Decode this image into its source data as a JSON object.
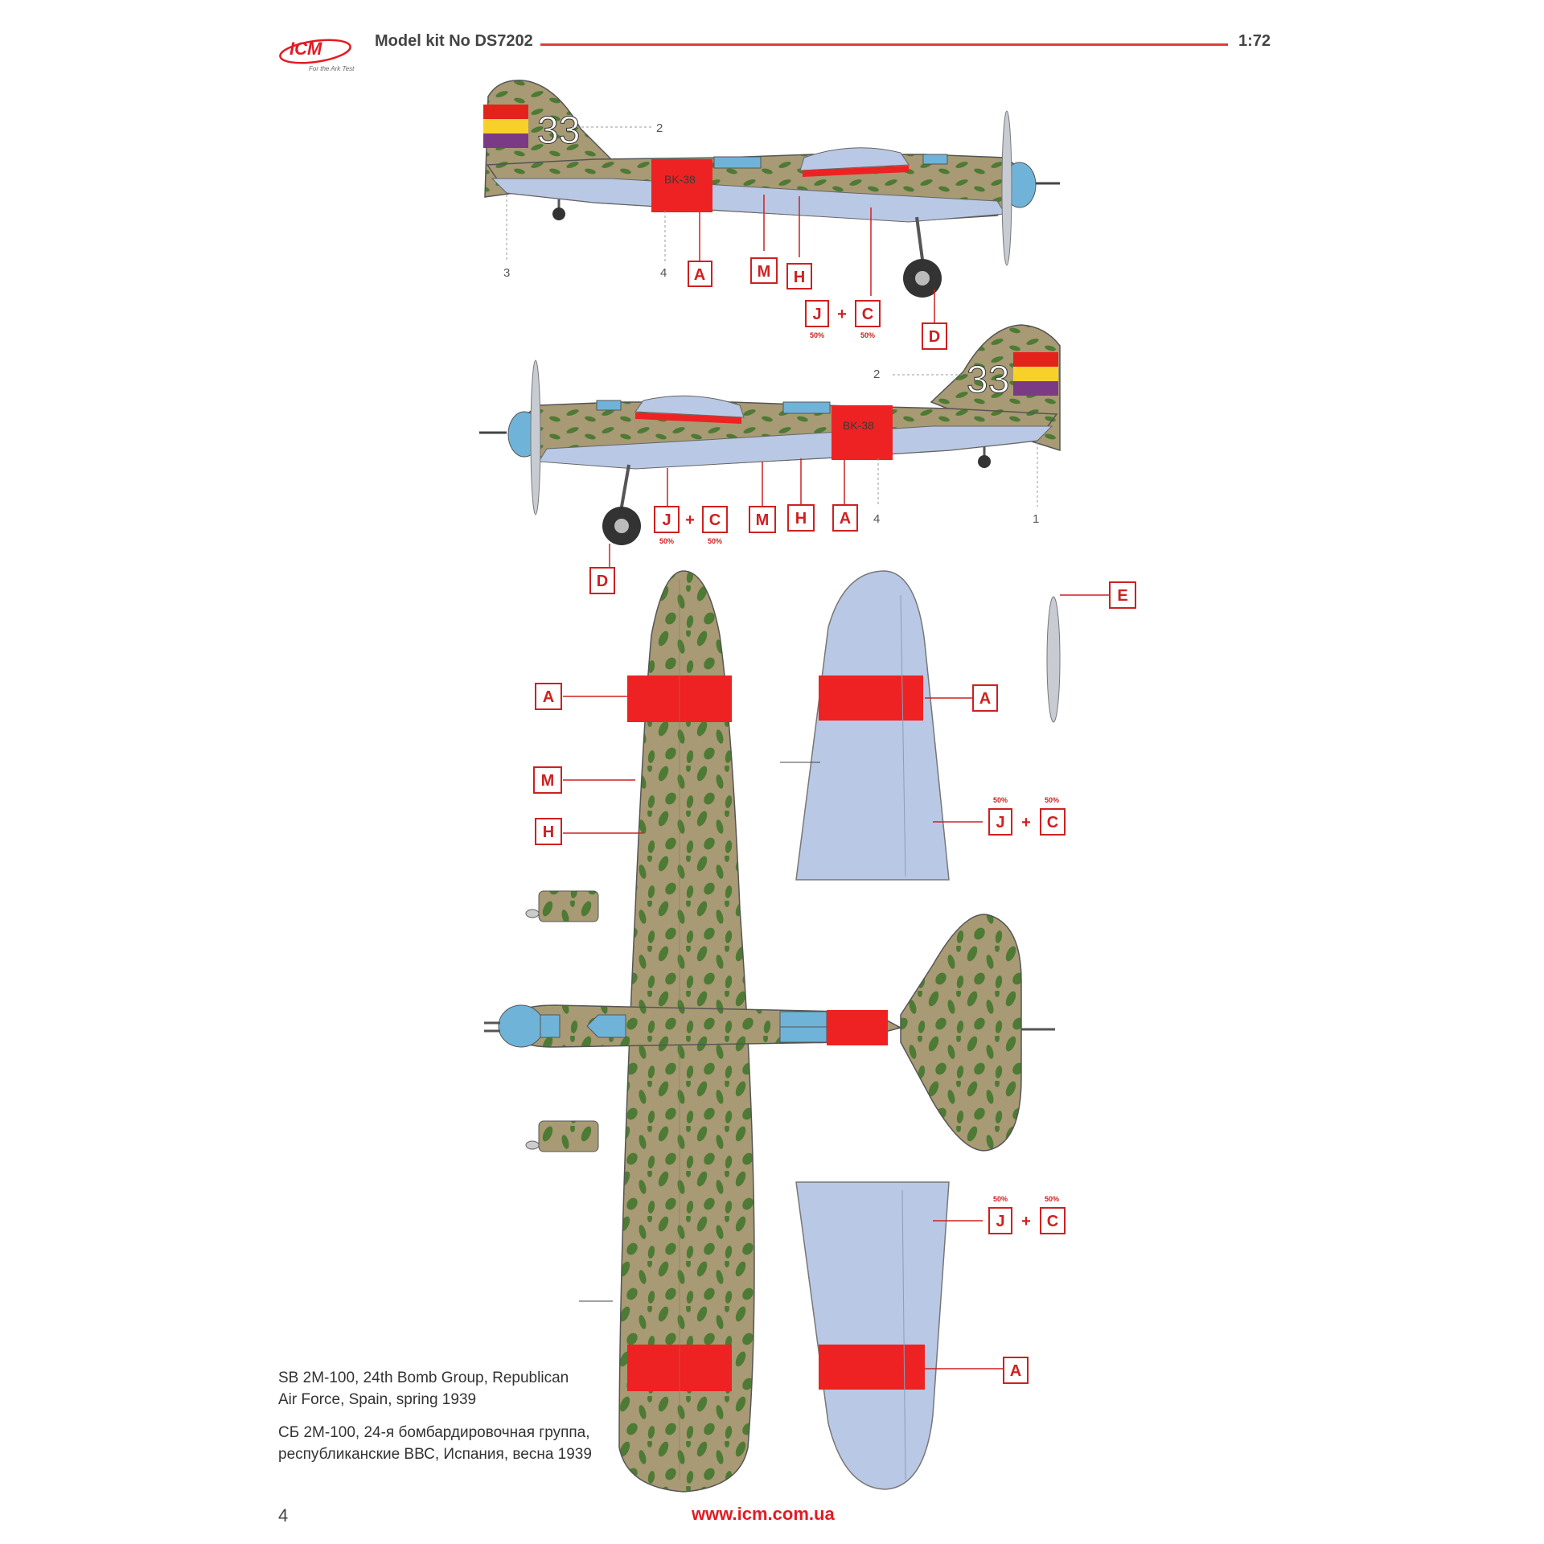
{
  "header": {
    "brand": "ICM",
    "tagline": "For the Ark Test",
    "kit": "Model kit No DS7202",
    "scale": "1:72"
  },
  "aircraft": {
    "code": "33",
    "fuselage_code": "BK-38"
  },
  "callouts": {
    "A": "A",
    "M": "M",
    "H": "H",
    "J": "J",
    "C": "C",
    "D": "D",
    "E": "E",
    "plus": "+",
    "percent": "50%"
  },
  "refs": {
    "r1": "1",
    "r2": "2",
    "r3": "3",
    "r4": "4"
  },
  "caption": {
    "en_line1": "SB 2M-100, 24th Bomb Group, Republican",
    "en_line2": "Air Force, Spain, spring 1939",
    "ru_line1": "СБ 2М-100, 24-я бомбардировочная группа,",
    "ru_line2": "республиканские ВВС, Испания, весна 1939"
  },
  "footer": {
    "page": "4",
    "url": "www.icm.com.ua"
  },
  "colors": {
    "camo_base": "#a89a74",
    "camo_spot": "#4d7a34",
    "underside": "#b9c8e4",
    "insignia_red": "#ee2222",
    "glazing": "#6fb4d8",
    "callout": "#cf2020",
    "flag_red": "#e3231b",
    "flag_yellow": "#f7d12a",
    "flag_purple": "#7b3a84"
  }
}
